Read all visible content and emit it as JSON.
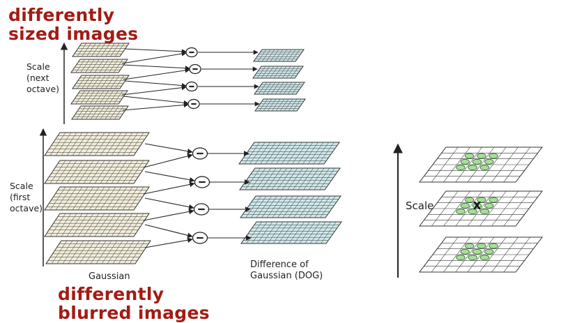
{
  "title_top": [
    "differently",
    "sized images"
  ],
  "title_bottom": [
    "differently",
    "blurred images"
  ],
  "axis_next_octave": [
    "Scale",
    "(next",
    "octave)"
  ],
  "axis_first_octave": [
    "Scale",
    "(first",
    "octave)"
  ],
  "label_gaussian": "Gaussian",
  "label_dog": [
    "Difference of",
    "Gaussian (DOG)"
  ],
  "label_scale_right": "Scale",
  "minus_symbol": "−",
  "extremum_marker": "X",
  "colors": {
    "title": "#a31b14",
    "gaussian_fill": "#f3eedb",
    "dog_fill": "#cfe9ec",
    "keypoint_fill": "#a8dd9a",
    "line": "#222222"
  }
}
